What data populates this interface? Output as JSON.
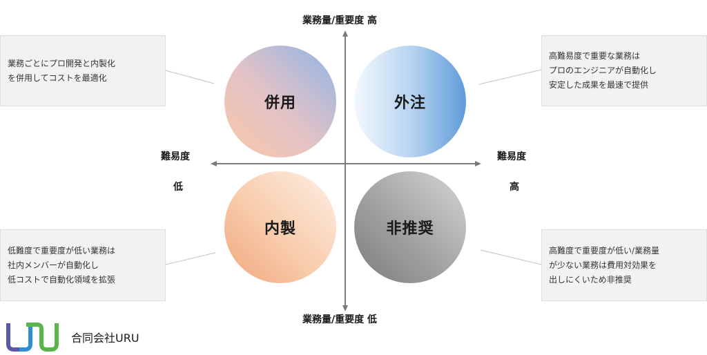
{
  "axes": {
    "top": "業務量/重要度 高",
    "bottom": "業務量/重要度 低",
    "left_title": "難易度",
    "left_value": "低",
    "right_title": "難易度",
    "right_value": "高"
  },
  "quadrants": {
    "top_left": {
      "label": "併用",
      "note": [
        "業務ごとにプロ開発と内製化",
        "を併用してコストを最適化"
      ]
    },
    "top_right": {
      "label": "外注",
      "note": [
        "高難易度で重要な業務は",
        "プロのエンジニアが自動化し",
        "安定した成果を最速で提供"
      ]
    },
    "bottom_left": {
      "label": "内製",
      "note": [
        "低難度で重要度が低い業務は",
        "社内メンバーが自動化し",
        "低コストで自動化領域を拡張"
      ]
    },
    "bottom_right": {
      "label": "非推奨",
      "note": [
        "高難度で重要度が低い/業務量",
        "が少ない業務は費用対効果を",
        "出しにくいため非推奨"
      ]
    }
  },
  "logo": {
    "text": "合同会社URU",
    "wordmark": "URU",
    "colors": [
      "#5a56a8",
      "#2e8fd8",
      "#58b548"
    ]
  },
  "colors": {
    "axis": "#7a7a7a",
    "connector": "#cccccc",
    "blue": "#6aa3de",
    "orange": "#f2b48c",
    "gray": "#8c8c8c"
  }
}
